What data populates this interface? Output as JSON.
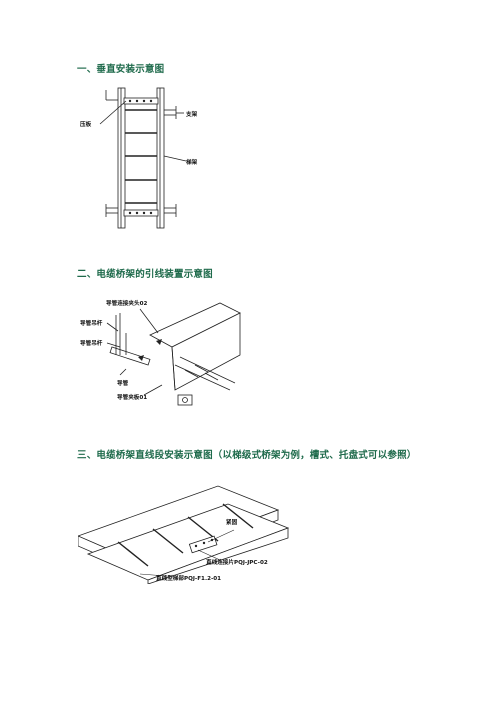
{
  "sections": [
    {
      "heading": "一、垂直安装示意图",
      "labels": {
        "pressing_plate": "压板",
        "bracket": "支架",
        "ladder_tray": "梯架"
      }
    },
    {
      "heading": "二、电缆桥架的引线装置示意图",
      "labels": {
        "conduit_coupling": "导管连接夹头02",
        "conduit_hanger_1": "导管吊杆",
        "conduit_hanger_2": "导管吊杆",
        "conduit": "导管",
        "conduit_clamp": "导管夹板01"
      }
    },
    {
      "heading": "三、电缆桥架直线段安装示意图（以梯级式桥架为例，槽式、托盘式可以参照）",
      "labels": {
        "fastener": "紧固",
        "straight_connector": "直线连接片PQJ-JPC-02",
        "straight_ladder": "直线型梯部PQJ-F1.2-01"
      }
    }
  ]
}
